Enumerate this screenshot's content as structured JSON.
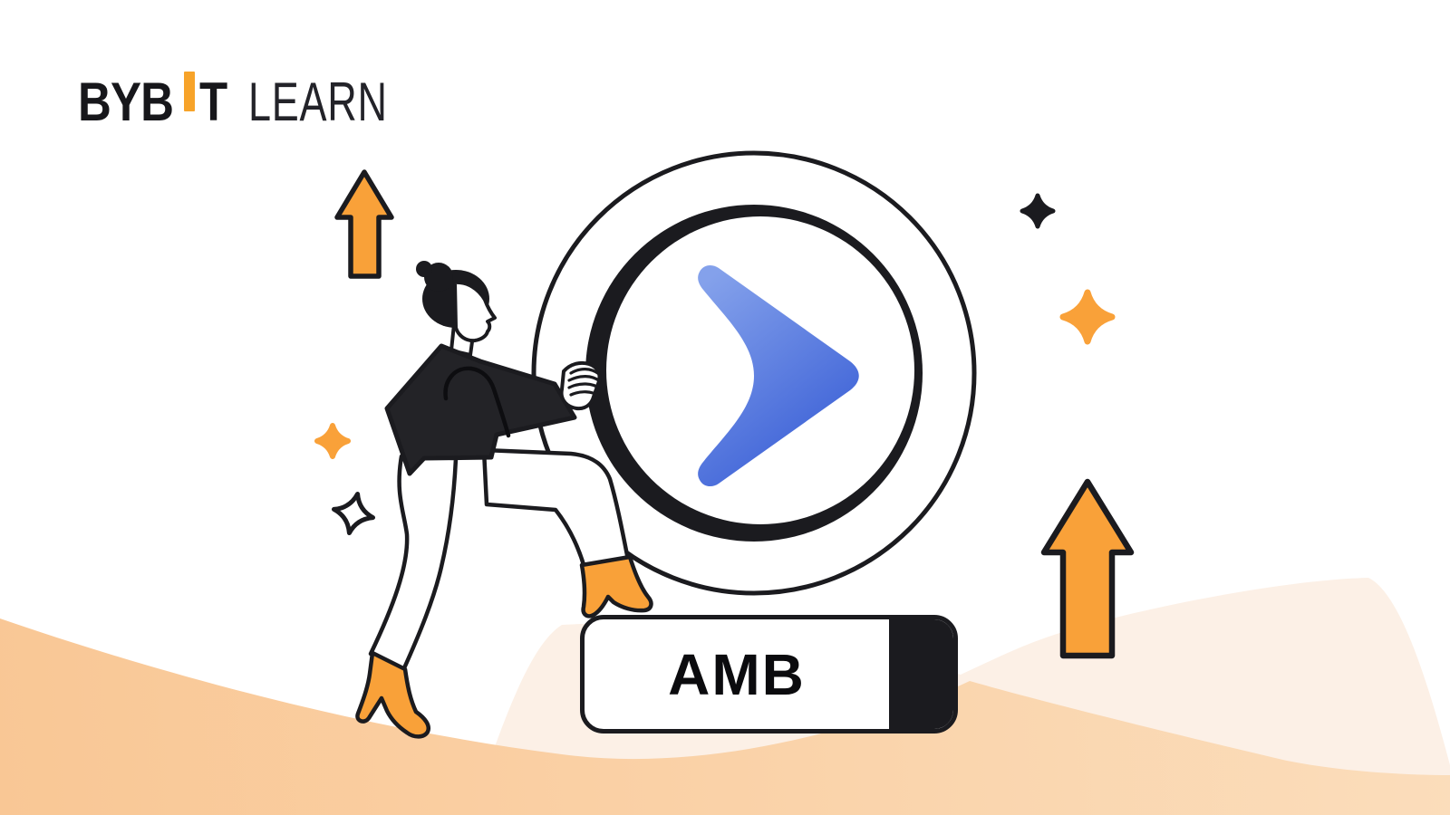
{
  "brand": {
    "logo_bold_1": "BYB",
    "logo_bold_2": "T",
    "logo_light": "LEARN"
  },
  "token": {
    "symbol": "AMB"
  },
  "colors": {
    "accent_orange": "#F9A139",
    "logo_orange": "#F7A329",
    "ink": "#1B1B1F",
    "jacket": "#232327",
    "blue_light": "#84A1EB",
    "blue_dark": "#3A5FD6",
    "wave_deep_1": "#F9C795",
    "wave_deep_2": "#FBDDBB",
    "wave_pale": "#FCF0E6",
    "paper": "#FFFFFF"
  },
  "illustration": {
    "description": "Woman pushing a giant coin bearing the blue AMB arrow logo, with upward orange arrows and sparkles over a peach wave background",
    "icons": [
      "up-arrow-small-icon",
      "up-arrow-large-icon",
      "sparkle-orange-left-icon",
      "sparkle-white-outline-icon",
      "sparkle-black-icon",
      "sparkle-orange-right-icon",
      "amb-coin-icon",
      "amb-arrow-logo-icon",
      "person-pushing-coin",
      "token-name-plate"
    ]
  }
}
